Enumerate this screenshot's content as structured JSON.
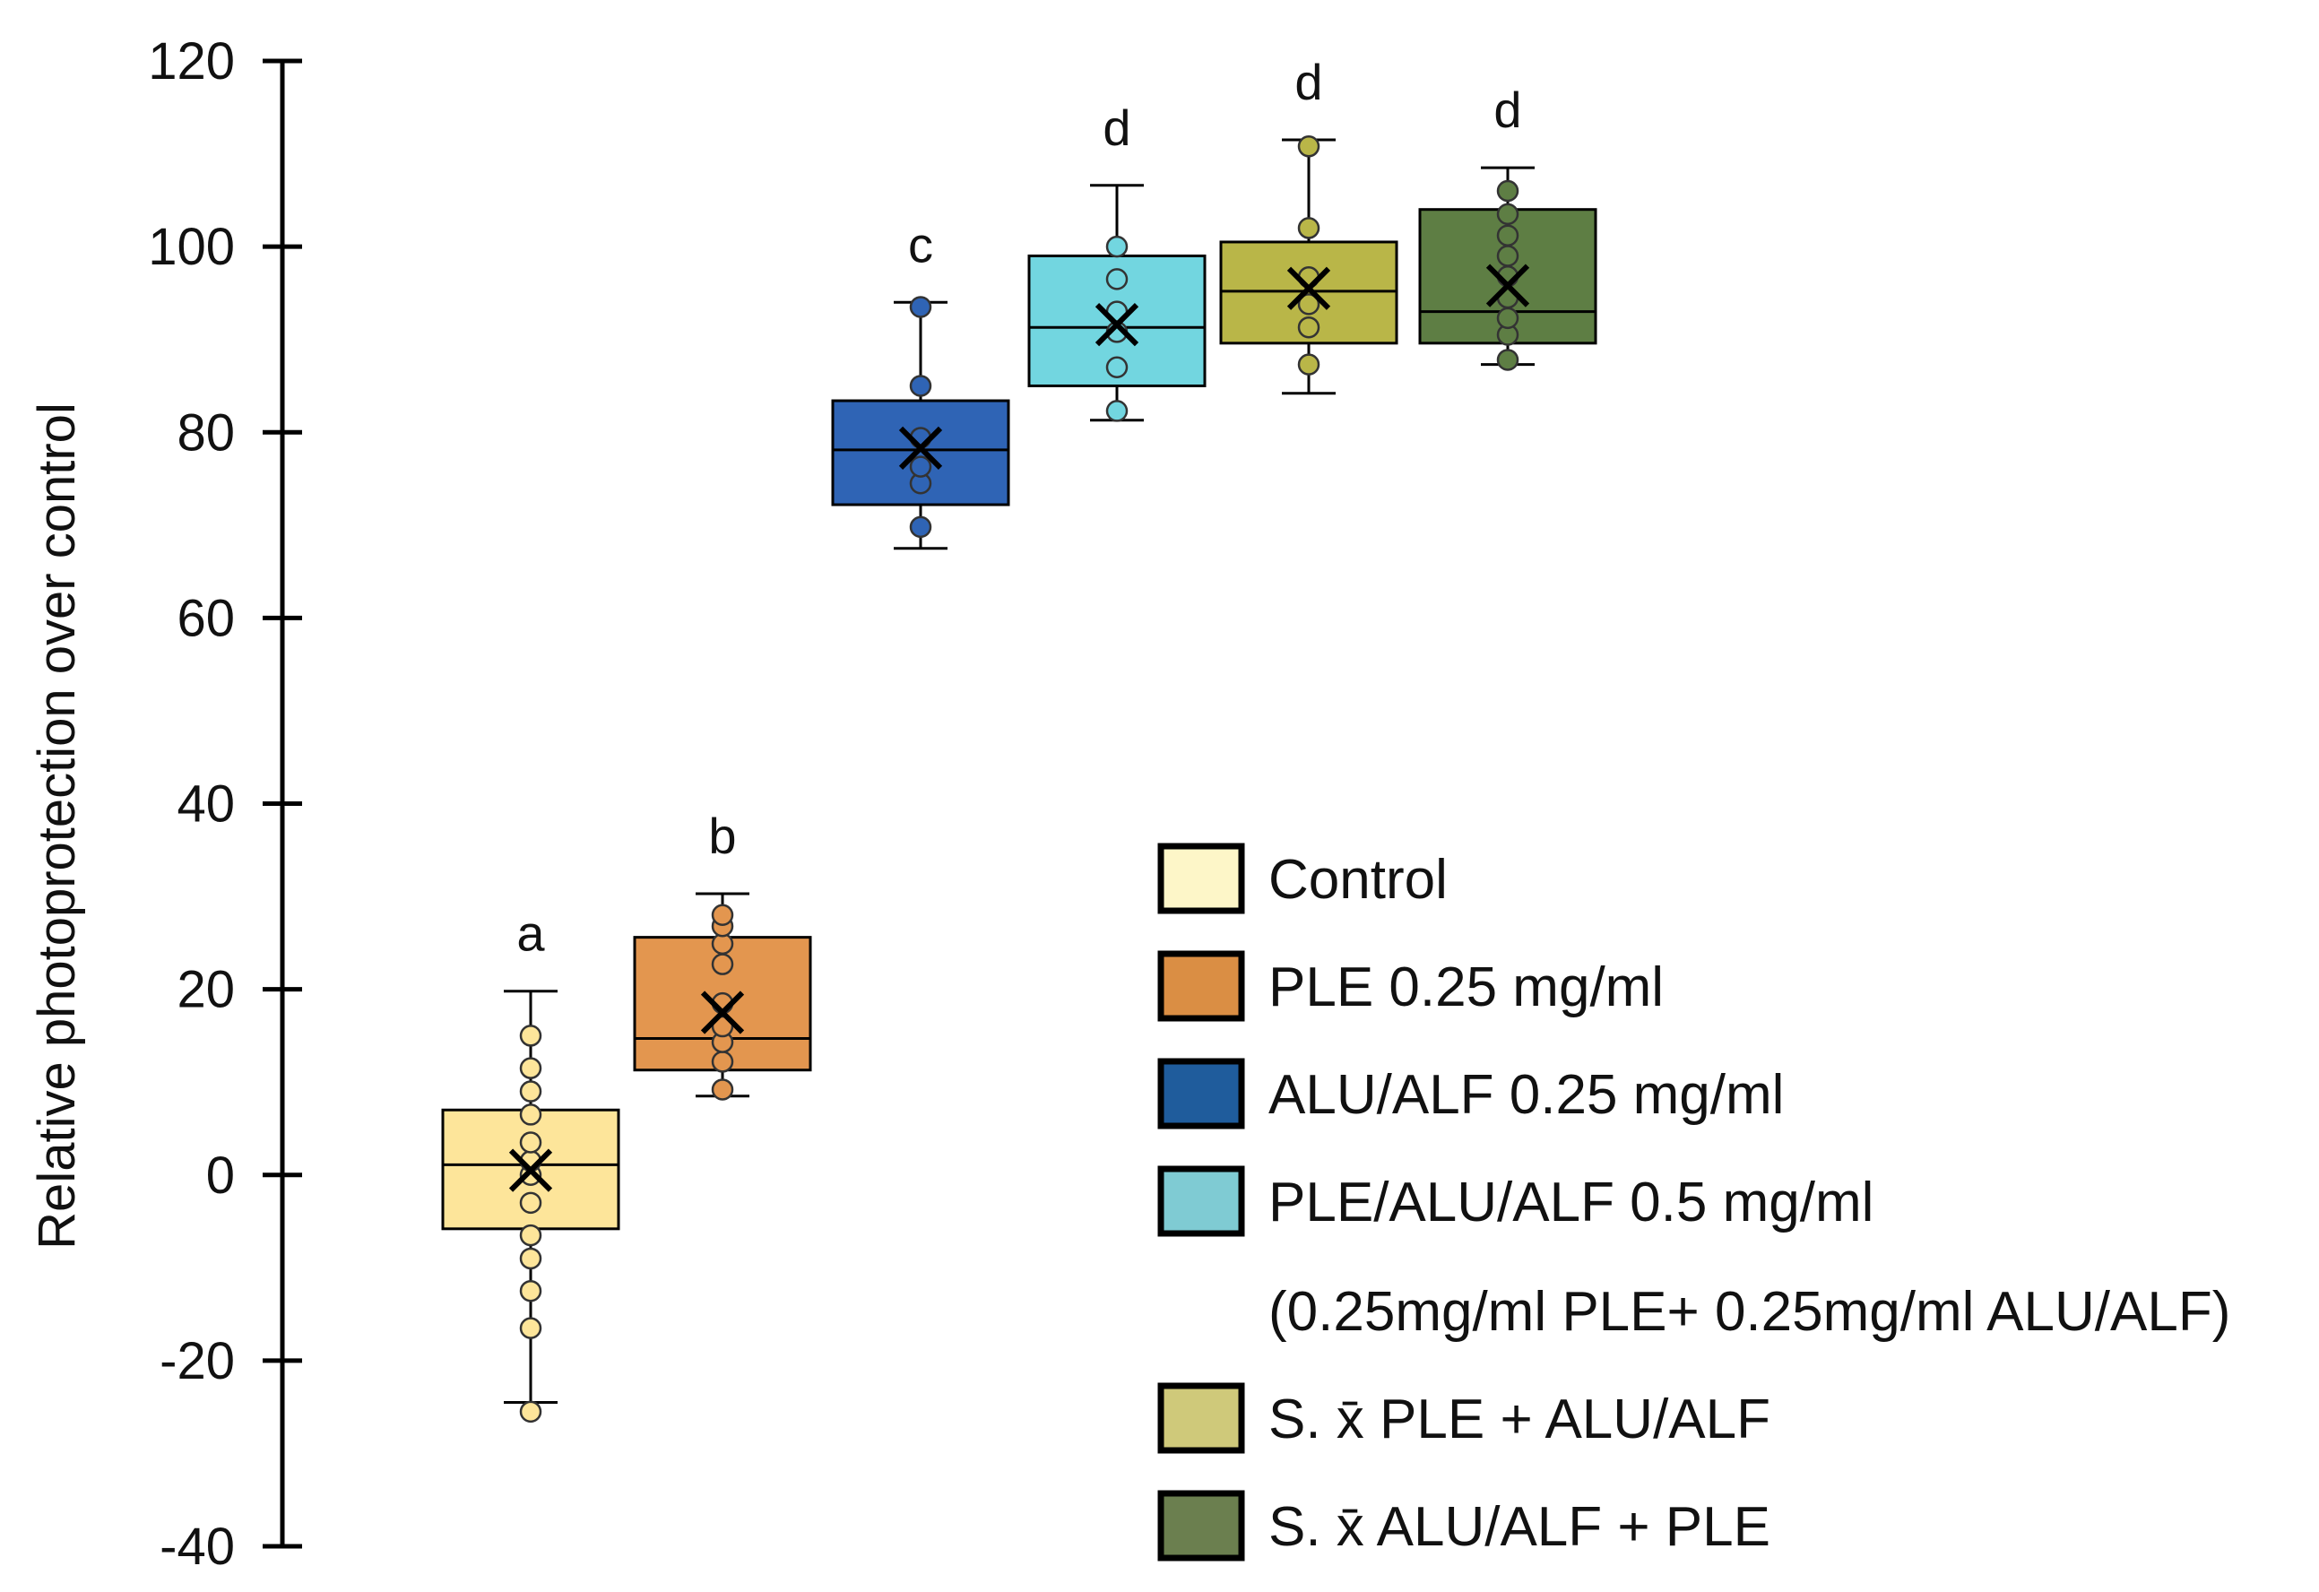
{
  "chart_data": {
    "type": "box",
    "ylabel": "Relative photoprotection over control",
    "ylim": [
      -40,
      120
    ],
    "yticks": [
      -40,
      -20,
      0,
      20,
      40,
      60,
      80,
      100,
      120
    ],
    "ytick_labels": [
      "-40",
      "-20",
      "0",
      "20",
      "40",
      "60",
      "80",
      "100",
      "120"
    ],
    "grid": false,
    "legend_position": "bottom-right",
    "series": [
      {
        "name": "Control",
        "color": "#fde59a",
        "legend_color": "#fdf6c8",
        "whisker_min": -24.5,
        "q1": -5.8,
        "median": 1.1,
        "q3": 7.0,
        "whisker_max": 19.8,
        "mean": 0.5,
        "points": [
          -25.5,
          -16.5,
          -12.5,
          -9.0,
          -6.5,
          -3.0,
          0.0,
          1.5,
          3.5,
          6.5,
          9.0,
          11.5,
          15.0
        ],
        "significance": "a"
      },
      {
        "name": "PLE 0.25 mg/ml",
        "color": "#e3964f",
        "legend_color": "#da8e44",
        "whisker_min": 8.5,
        "q1": 11.3,
        "median": 14.7,
        "q3": 25.6,
        "whisker_max": 30.3,
        "mean": 17.5,
        "points": [
          9.2,
          12.2,
          14.3,
          16.0,
          18.5,
          22.7,
          24.9,
          26.8,
          28.0
        ],
        "significance": "b"
      },
      {
        "name": "ALU/ALF  0.25 mg/ml",
        "color": "#2f64b5",
        "legend_color": "#1f5c9c",
        "whisker_min": 67.5,
        "q1": 72.2,
        "median": 78.1,
        "q3": 83.4,
        "whisker_max": 94.0,
        "mean": 78.3,
        "points": [
          69.8,
          74.5,
          76.3,
          79.4,
          85.0,
          93.5
        ],
        "significance": "c"
      },
      {
        "name": "PLE/ALU/ALF  0.5 mg/ml",
        "color": "#72d6e0",
        "legend_color": "#7fcbd3",
        "whisker_min": 81.3,
        "q1": 85.0,
        "median": 91.3,
        "q3": 99.0,
        "whisker_max": 106.6,
        "mean": 91.6,
        "points": [
          82.3,
          87.0,
          90.8,
          93.0,
          96.5,
          100.0
        ],
        "significance": "d"
      },
      {
        "name": "S. x̄ PLE + ALU/ALF",
        "color": "#b9b648",
        "legend_color": "#cfc97a",
        "whisker_min": 84.2,
        "q1": 89.6,
        "median": 95.2,
        "q3": 100.5,
        "whisker_max": 111.5,
        "mean": 95.5,
        "points": [
          87.3,
          91.3,
          93.8,
          96.7,
          102.0,
          110.8
        ],
        "significance": "d"
      },
      {
        "name": "S. x̄ ALU/ALF + PLE",
        "color": "#5e7e44",
        "legend_color": "#6b7f4f",
        "whisker_min": 87.3,
        "q1": 89.6,
        "median": 93.0,
        "q3": 104.0,
        "whisker_max": 108.5,
        "mean": 95.8,
        "points": [
          87.8,
          90.5,
          92.3,
          94.5,
          96.8,
          99.0,
          101.2,
          103.5,
          106.0
        ],
        "significance": "d"
      }
    ],
    "legend_note": "(0.25mg/ml  PLE+ 0.25mg/ml  ALU/ALF)"
  }
}
